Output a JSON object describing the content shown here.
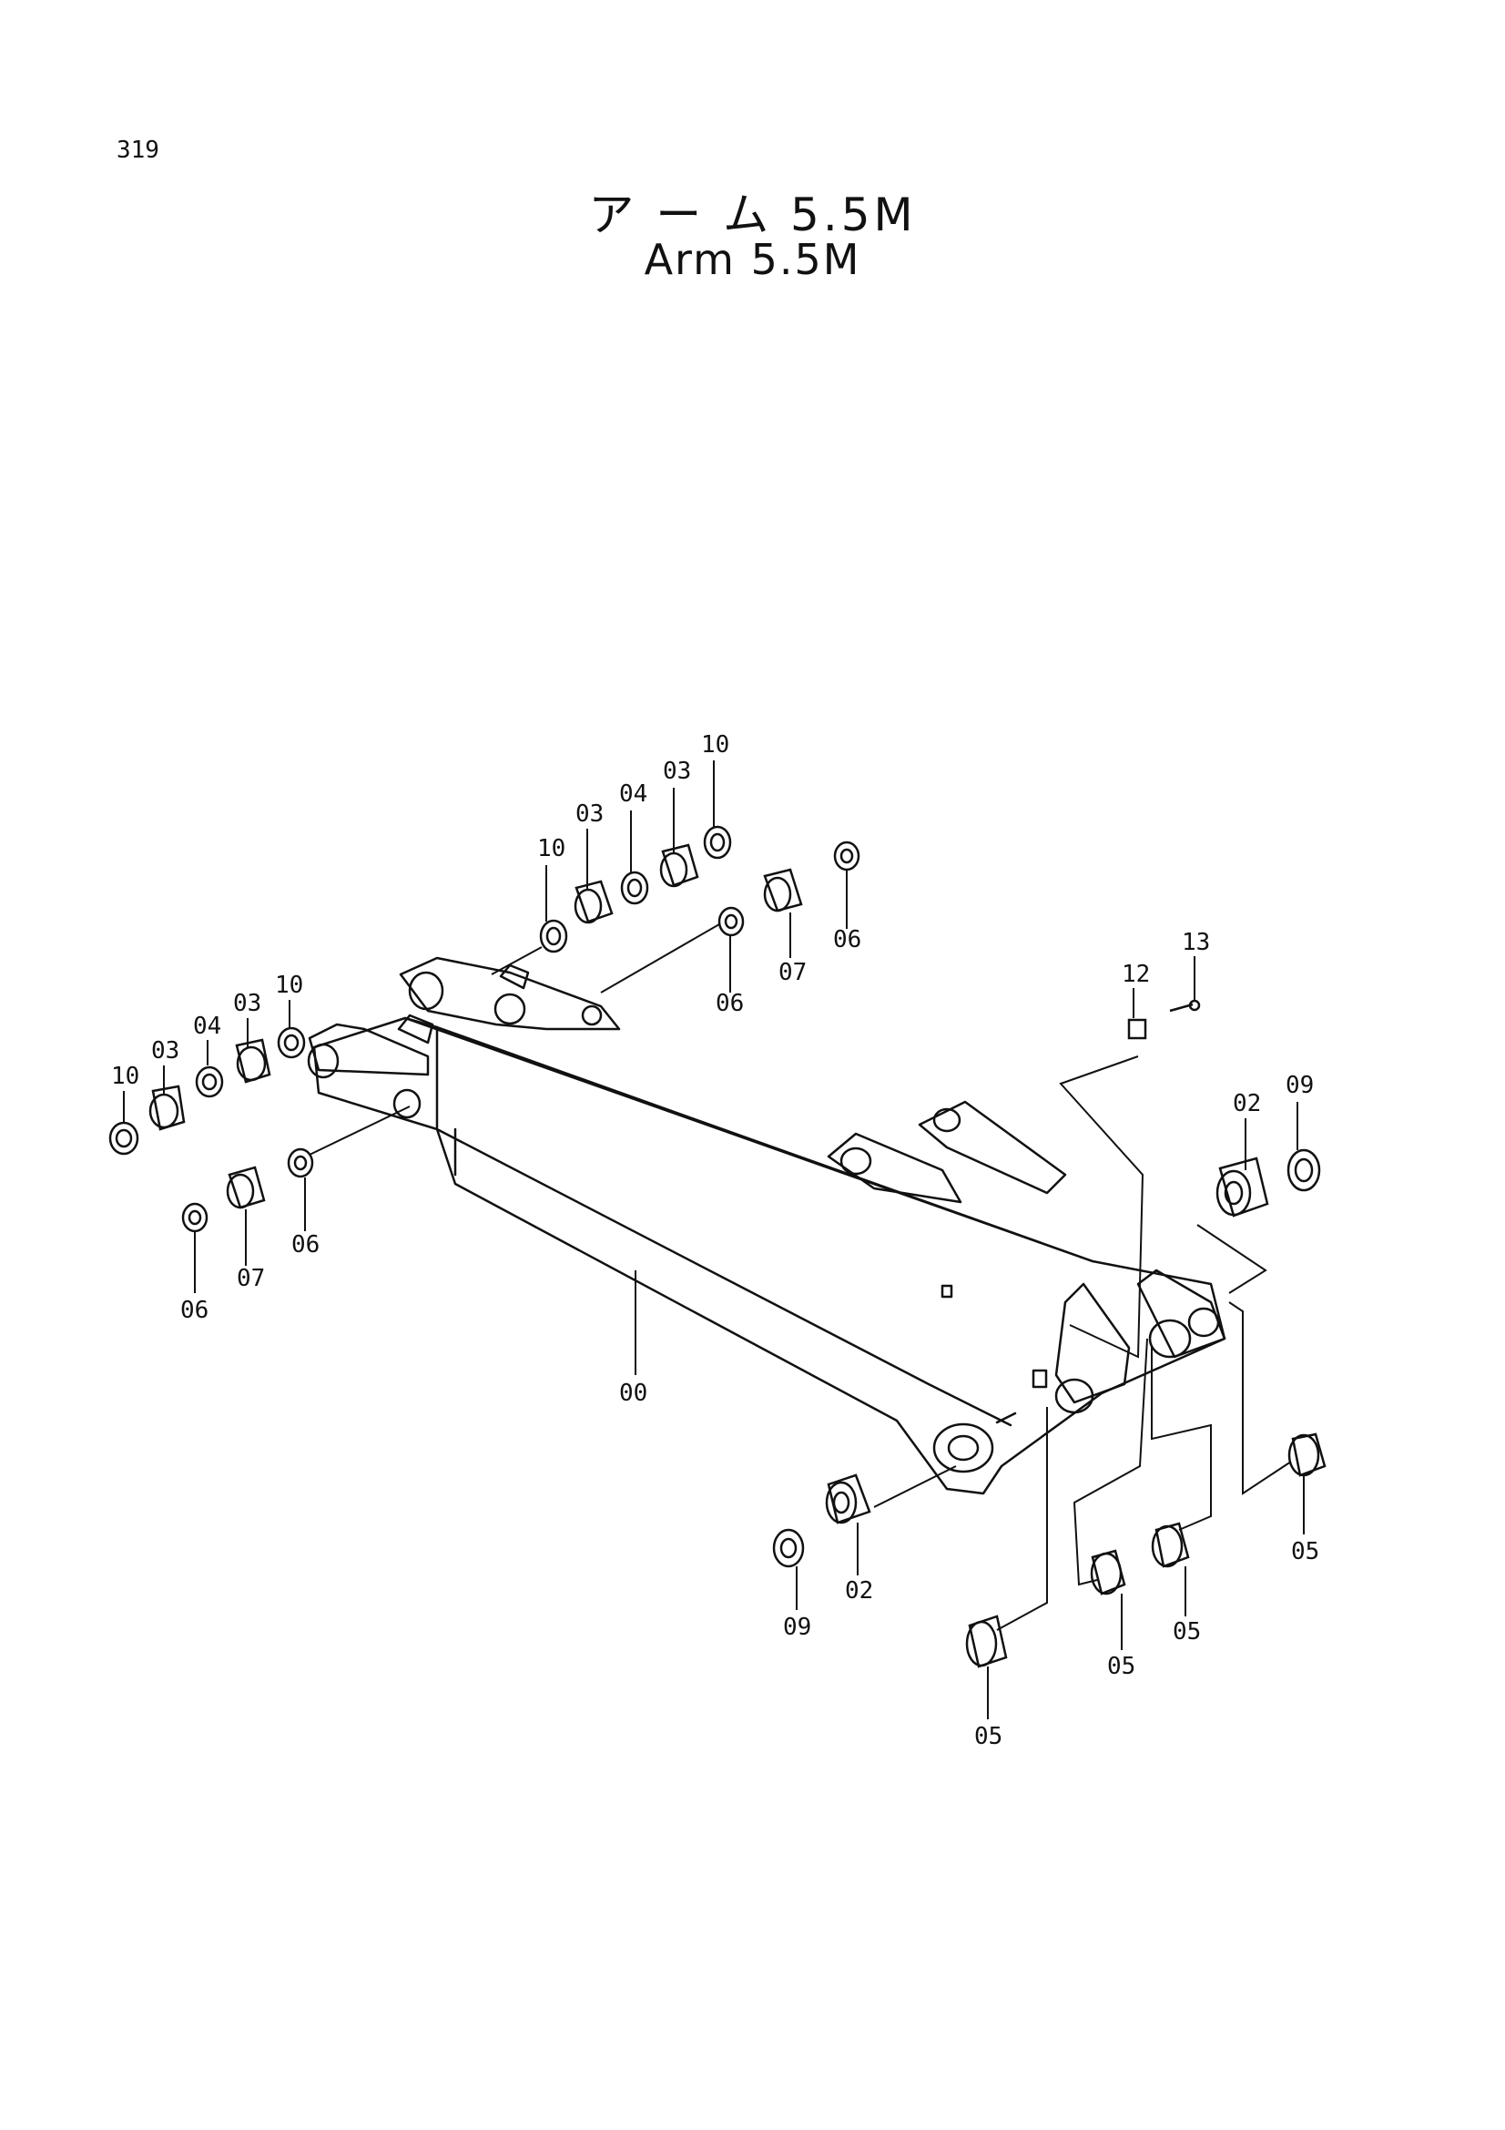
{
  "page_number": "319",
  "title_jp": "ア ー ム 5.5M",
  "title_en": "Arm 5.5M",
  "callouts": [
    {
      "id": "c1",
      "label": "10"
    },
    {
      "id": "c2",
      "label": "03"
    },
    {
      "id": "c3",
      "label": "04"
    },
    {
      "id": "c4",
      "label": "03"
    },
    {
      "id": "c5",
      "label": "10"
    },
    {
      "id": "c6",
      "label": "06"
    },
    {
      "id": "c7",
      "label": "07"
    },
    {
      "id": "c8",
      "label": "06"
    },
    {
      "id": "c9",
      "label": "10"
    },
    {
      "id": "c10",
      "label": "03"
    },
    {
      "id": "c11",
      "label": "04"
    },
    {
      "id": "c12",
      "label": "03"
    },
    {
      "id": "c13",
      "label": "10"
    },
    {
      "id": "c14",
      "label": "06"
    },
    {
      "id": "c15",
      "label": "07"
    },
    {
      "id": "c16",
      "label": "06"
    },
    {
      "id": "c17",
      "label": "00"
    },
    {
      "id": "c18",
      "label": "12"
    },
    {
      "id": "c19",
      "label": "13"
    },
    {
      "id": "c20",
      "label": "02"
    },
    {
      "id": "c21",
      "label": "09"
    },
    {
      "id": "c22",
      "label": "09"
    },
    {
      "id": "c23",
      "label": "02"
    },
    {
      "id": "c24",
      "label": "05"
    },
    {
      "id": "c25",
      "label": "05"
    },
    {
      "id": "c26",
      "label": "05"
    },
    {
      "id": "c27",
      "label": "05"
    }
  ]
}
